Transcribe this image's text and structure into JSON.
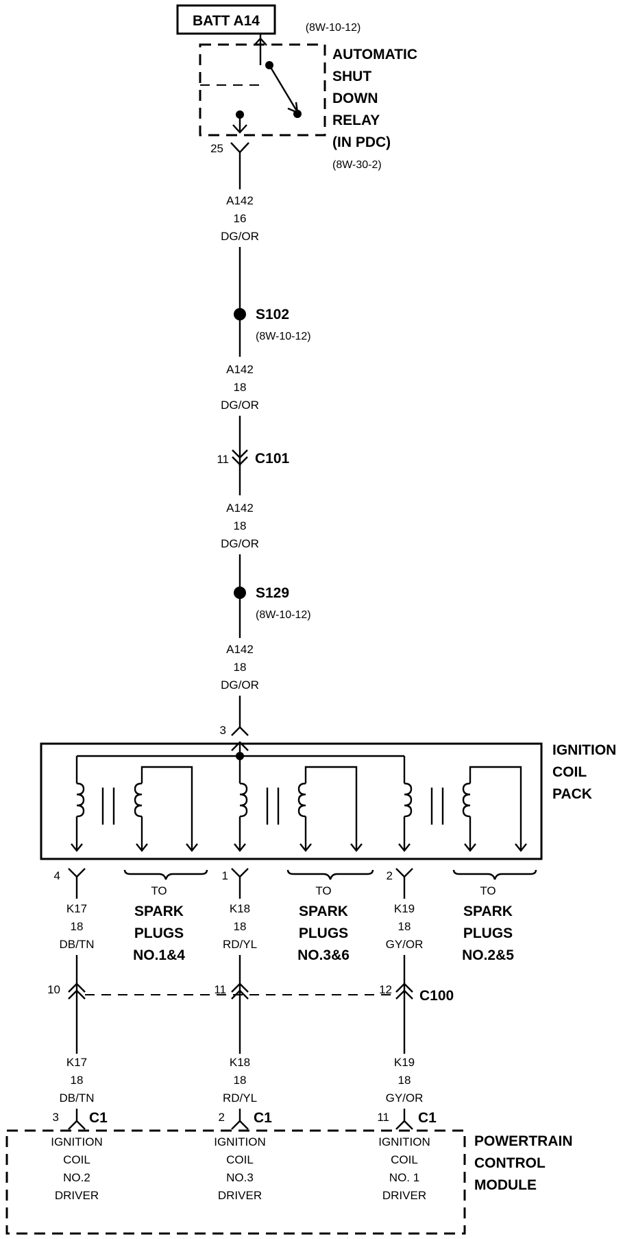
{
  "batt": {
    "label": "BATT A14",
    "ref": "(8W-10-12)"
  },
  "asd_relay": {
    "lines": [
      "AUTOMATIC",
      "SHUT",
      "DOWN",
      "RELAY",
      "(IN PDC)"
    ],
    "ref": "(8W-30-2)",
    "pin": "25"
  },
  "main_wire": {
    "seg1": [
      "A142",
      "16",
      "DG/OR"
    ],
    "seg2": [
      "A142",
      "18",
      "DG/OR"
    ],
    "seg3": [
      "A142",
      "18",
      "DG/OR"
    ],
    "seg4": [
      "A142",
      "18",
      "DG/OR"
    ]
  },
  "s102": {
    "label": "S102",
    "ref": "(8W-10-12)"
  },
  "c101": {
    "label": "C101",
    "pin": "11"
  },
  "s129": {
    "label": "S129",
    "ref": "(8W-10-12)"
  },
  "coil_pack": {
    "lines": [
      "IGNITION",
      "COIL",
      "PACK"
    ],
    "input_pin": "3"
  },
  "outputs": [
    {
      "pin": "4",
      "wire": [
        "K17",
        "18",
        "DB/TN"
      ],
      "c100_pin": "10",
      "wire2": [
        "K17",
        "18",
        "DB/TN"
      ],
      "c1_pin": "3",
      "driver": [
        "IGNITION",
        "COIL",
        "NO.2",
        "DRIVER"
      ]
    },
    {
      "pin": "1",
      "wire": [
        "K18",
        "18",
        "RD/YL"
      ],
      "c100_pin": "11",
      "wire2": [
        "K18",
        "18",
        "RD/YL"
      ],
      "c1_pin": "2",
      "driver": [
        "IGNITION",
        "COIL",
        "NO.3",
        "DRIVER"
      ]
    },
    {
      "pin": "2",
      "wire": [
        "K19",
        "18",
        "GY/OR"
      ],
      "c100_pin": "12",
      "wire2": [
        "K19",
        "18",
        "GY/OR"
      ],
      "c1_pin": "11",
      "driver": [
        "IGNITION",
        "COIL",
        "NO. 1",
        "DRIVER"
      ]
    }
  ],
  "spark_plugs": [
    {
      "to": "TO",
      "lines": [
        "SPARK",
        "PLUGS",
        "NO.1&4"
      ]
    },
    {
      "to": "TO",
      "lines": [
        "SPARK",
        "PLUGS",
        "NO.3&6"
      ]
    },
    {
      "to": "TO",
      "lines": [
        "SPARK",
        "PLUGS",
        "NO.2&5"
      ]
    }
  ],
  "c100": {
    "label": "C100"
  },
  "c1": {
    "label": "C1"
  },
  "pcm": {
    "lines": [
      "POWERTRAIN",
      "CONTROL",
      "MODULE"
    ]
  }
}
